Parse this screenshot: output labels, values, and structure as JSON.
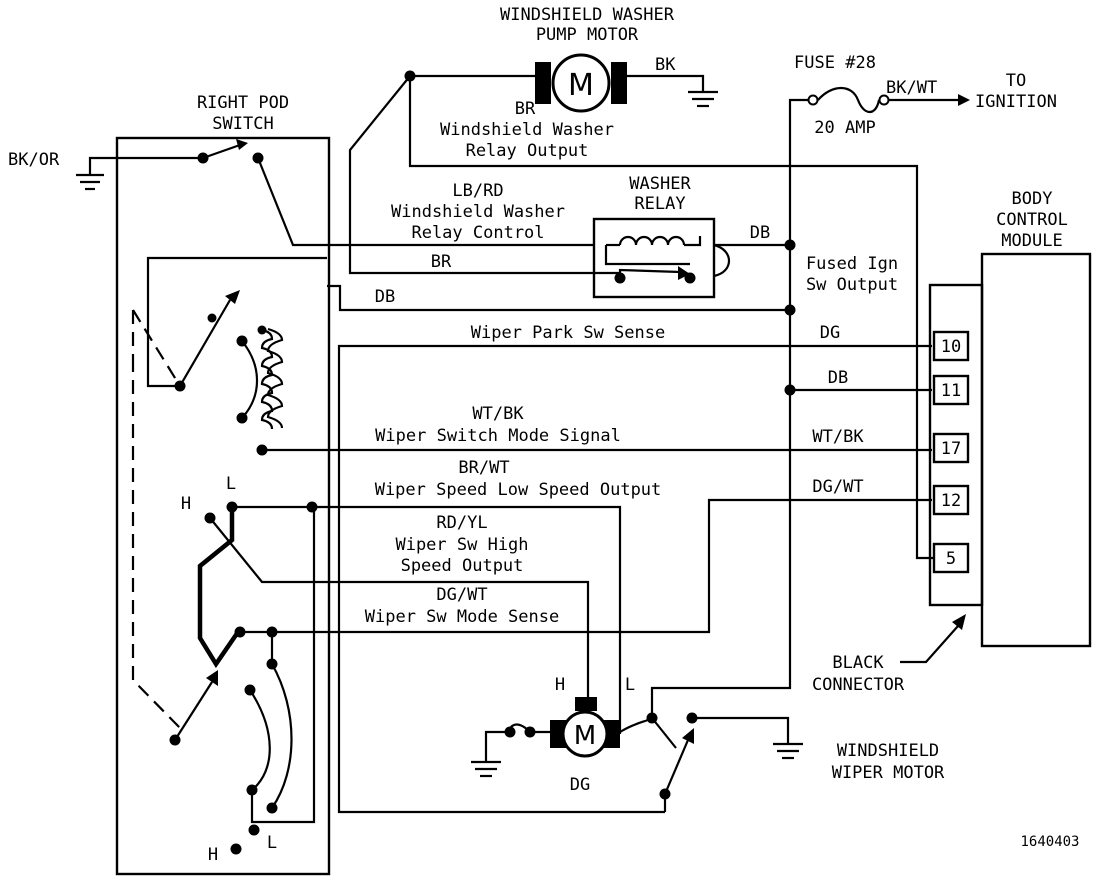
{
  "labels": {
    "washer_pump_title_1": "WINDSHIELD WASHER",
    "washer_pump_title_2": "PUMP MOTOR",
    "pump_gnd_wire": "BK",
    "motor_letter": "M",
    "relay_output_wire": "BR",
    "relay_output_1": "Windshield Washer",
    "relay_output_2": "Relay Output",
    "fuse_title": "FUSE #28",
    "fuse_rating": "20 AMP",
    "ignition_wire": "BK/WT",
    "to_ignition_1": "TO",
    "to_ignition_2": "IGNITION",
    "right_pod_1": "RIGHT POD",
    "right_pod_2": "SWITCH",
    "ground_wire_left": "BK/OR",
    "relay_control_wire": "LB/RD",
    "relay_control_1": "Windshield Washer",
    "relay_control_2": "Relay Control",
    "washer_relay_1": "WASHER",
    "washer_relay_2": "RELAY",
    "db_relay": "DB",
    "br_return": "BR",
    "fused_ign_1": "Fused Ign",
    "fused_ign_2": "Sw Output",
    "db_lower": "DB",
    "bcm_1": "BODY",
    "bcm_2": "CONTROL",
    "bcm_3": "MODULE",
    "wiper_park": "Wiper Park Sw Sense",
    "dg_park": "DG",
    "db_pin11": "DB",
    "mode_signal_wire": "WT/BK",
    "mode_signal": "Wiper Switch Mode Signal",
    "wt_bk_pin17": "WT/BK",
    "low_speed_wire": "BR/WT",
    "low_speed": "Wiper Speed Low Speed Output",
    "dg_wt_pin12": "DG/WT",
    "high_speed_wire": "RD/YL",
    "high_speed_1": "Wiper Sw High",
    "high_speed_2": "Speed Output",
    "mode_sense_wire": "DG/WT",
    "mode_sense": "Wiper Sw Mode Sense",
    "pin_10": "10",
    "pin_11": "11",
    "pin_17": "17",
    "pin_12": "12",
    "pin_5": "5",
    "h_upper": "H",
    "l_upper": "L",
    "h_motor": "H",
    "l_motor": "L",
    "dg_motor": "DG",
    "black_connector_1": "BLACK",
    "black_connector_2": "CONNECTOR",
    "wiper_motor_1": "WINDSHIELD",
    "wiper_motor_2": "WIPER MOTOR",
    "h_bottom": "H",
    "l_bottom": "L",
    "figure_id": "1640403"
  },
  "icons": {
    "washer_pump_motor": "motor-icon",
    "wiper_motor": "motor-icon",
    "fuse": "fuse-icon",
    "grounds": "ground-icon",
    "relay": "relay-coil-icon"
  }
}
